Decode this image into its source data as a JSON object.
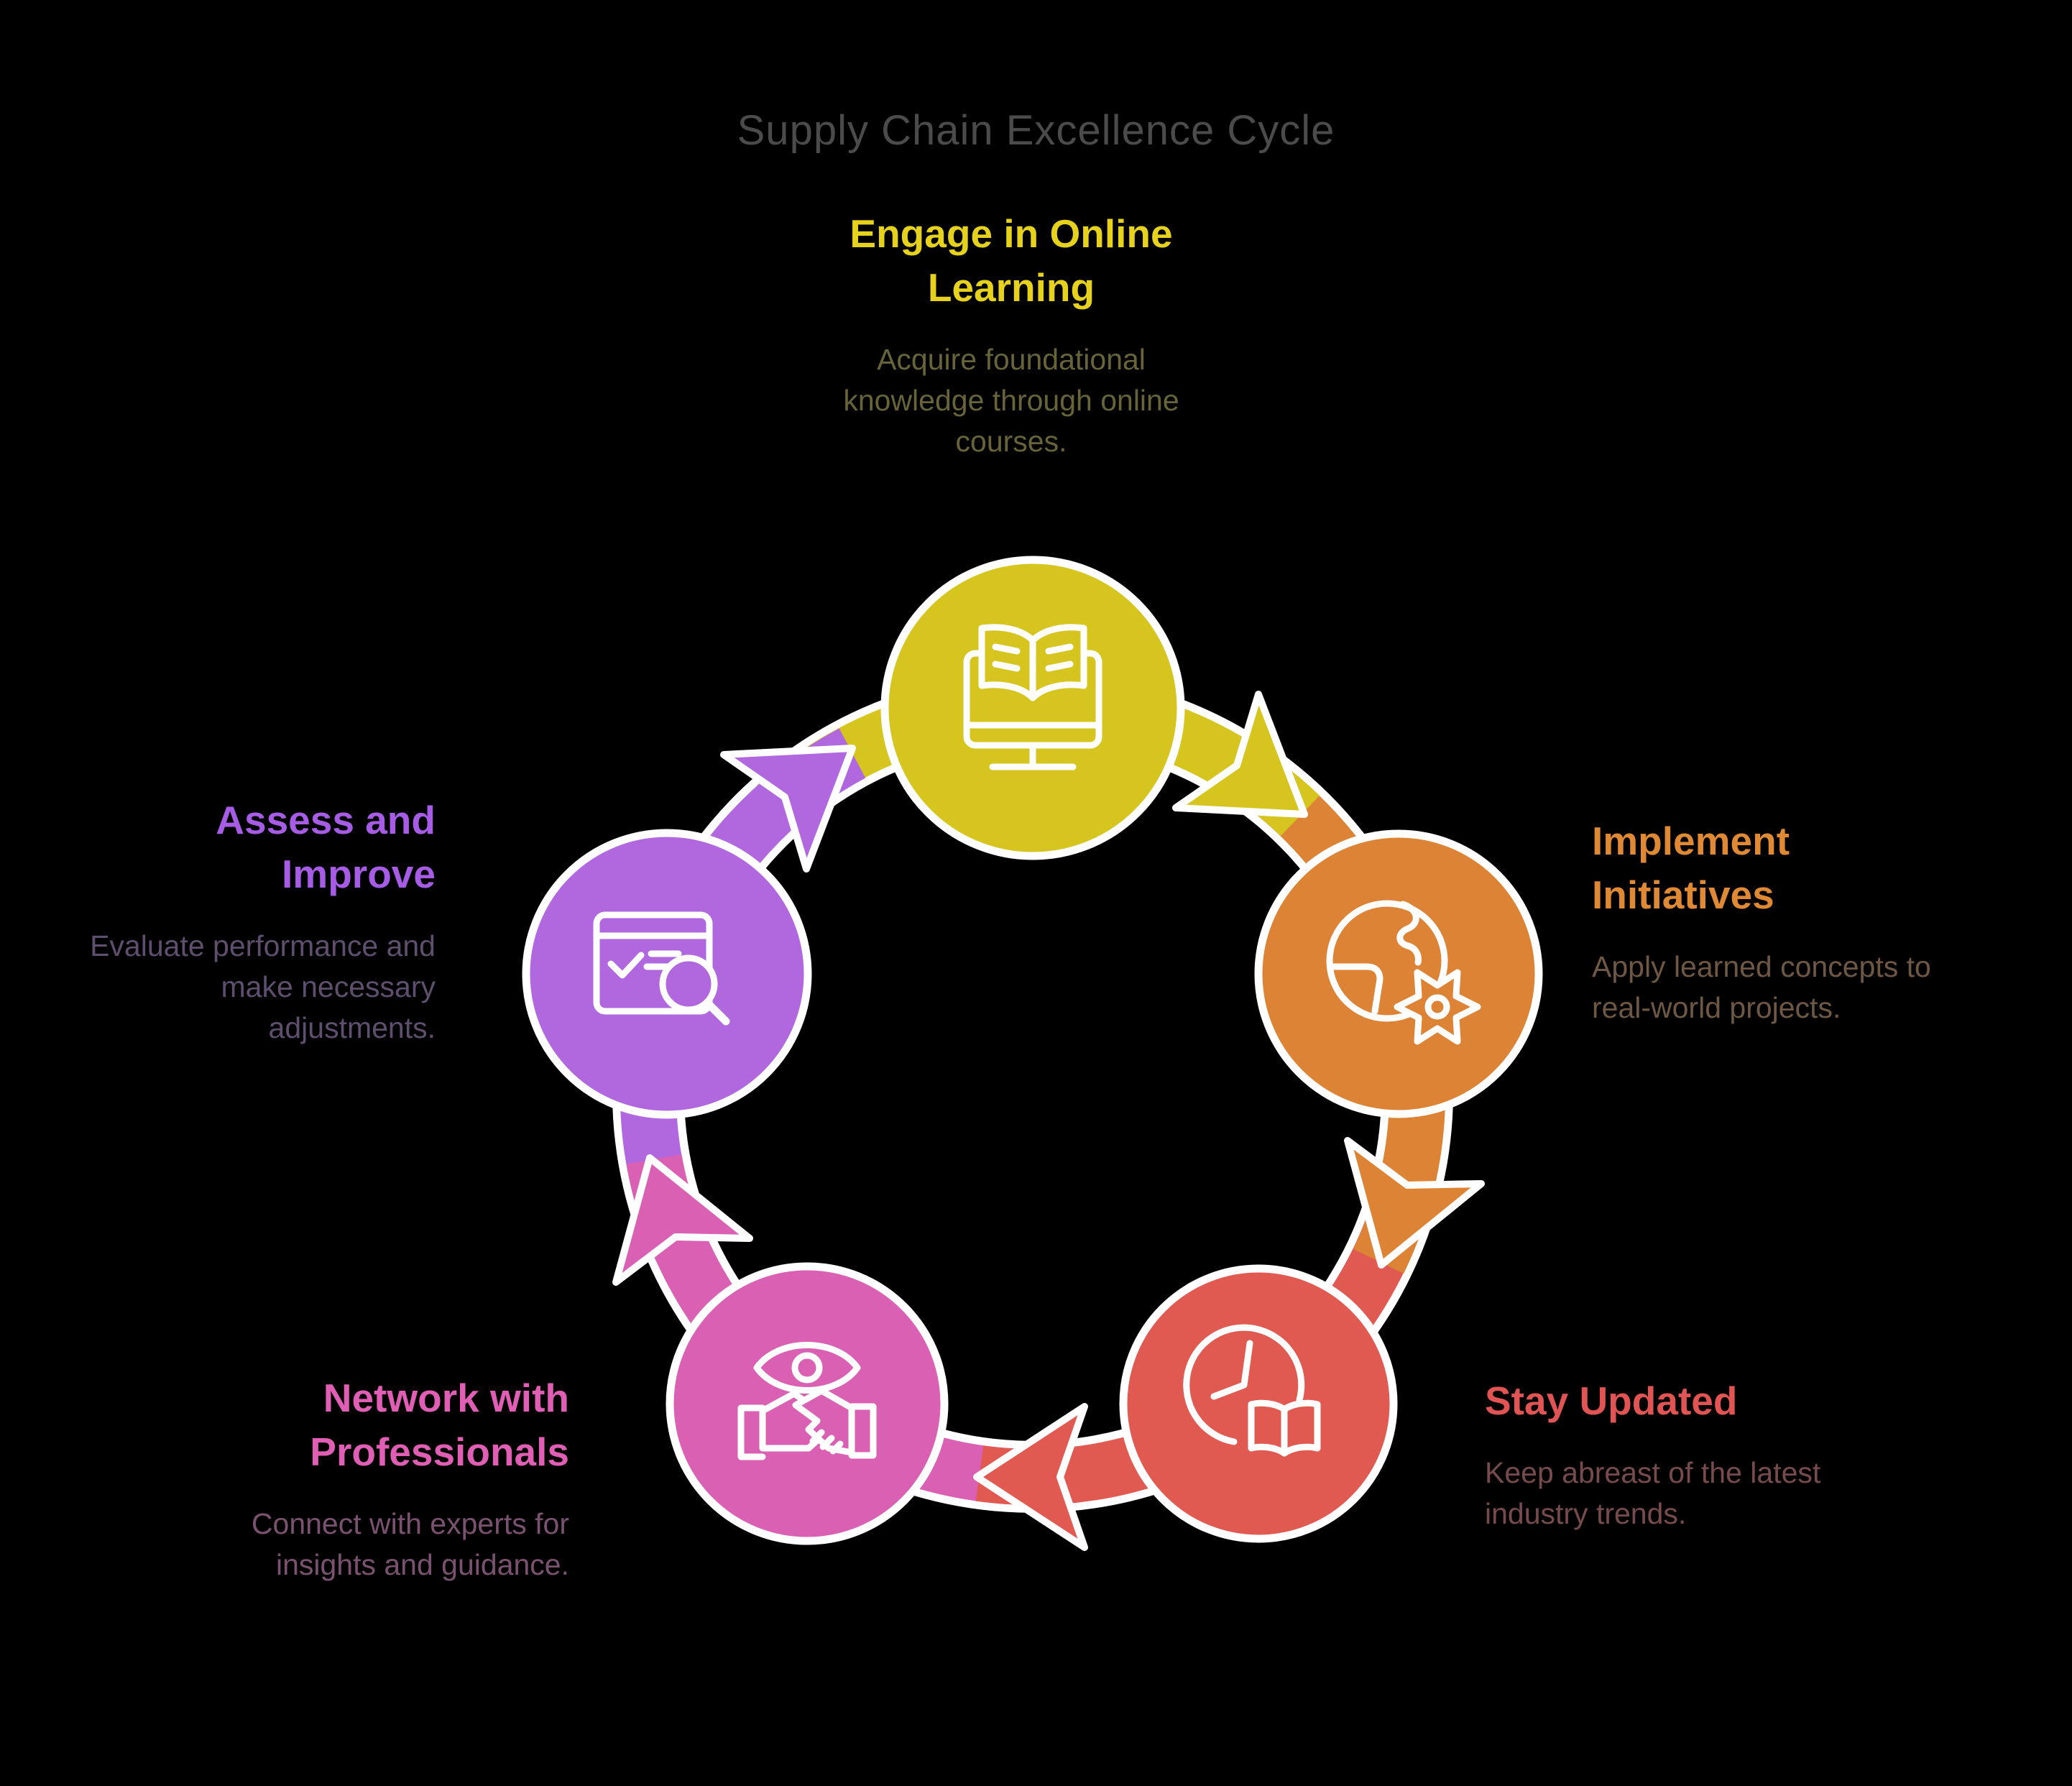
{
  "title": "Supply Chain Excellence Cycle",
  "diagram": {
    "type": "cycle",
    "direction": "clockwise",
    "background_color": "#000000",
    "outline_color": "#ffffff"
  },
  "steps": [
    {
      "name": "engage-in-online-learning",
      "label_lines": [
        "Engage in Online",
        "Learning"
      ],
      "description_lines": [
        "Acquire foundational",
        "knowledge through online",
        "courses."
      ],
      "circle_color": "#d6c41f",
      "heading_color": "#e6d11d",
      "description_color": "#67643a",
      "icon": "monitor-open-book-icon",
      "position": "top"
    },
    {
      "name": "implement-initiatives",
      "label_lines": [
        "Implement",
        "Initiatives"
      ],
      "description_lines": [
        "Apply learned concepts to",
        "real-world projects."
      ],
      "circle_color": "#dc8335",
      "heading_color": "#df8935",
      "description_color": "#6e5844",
      "icon": "globe-gear-icon",
      "position": "right"
    },
    {
      "name": "stay-updated",
      "label_lines": [
        "Stay Updated"
      ],
      "description_lines": [
        "Keep abreast of the latest",
        "industry trends."
      ],
      "circle_color": "#e05a52",
      "heading_color": "#e05454",
      "description_color": "#774b4d",
      "icon": "clock-open-book-icon",
      "position": "bottom-right"
    },
    {
      "name": "network-with-professionals",
      "label_lines": [
        "Network with",
        "Professionals"
      ],
      "description_lines": [
        "Connect with experts for",
        "insights and guidance."
      ],
      "circle_color": "#d960b3",
      "heading_color": "#e05fb5",
      "description_color": "#7a5270",
      "icon": "eye-handshake-icon",
      "position": "bottom-left"
    },
    {
      "name": "assess-and-improve",
      "label_lines": [
        "Assess and",
        "Improve"
      ],
      "description_lines": [
        "Evaluate performance and",
        "make necessary",
        "adjustments."
      ],
      "circle_color": "#b168df",
      "heading_color": "#a75ce5",
      "description_color": "#5f4f6e",
      "icon": "checklist-window-magnifier-icon",
      "position": "left"
    }
  ]
}
